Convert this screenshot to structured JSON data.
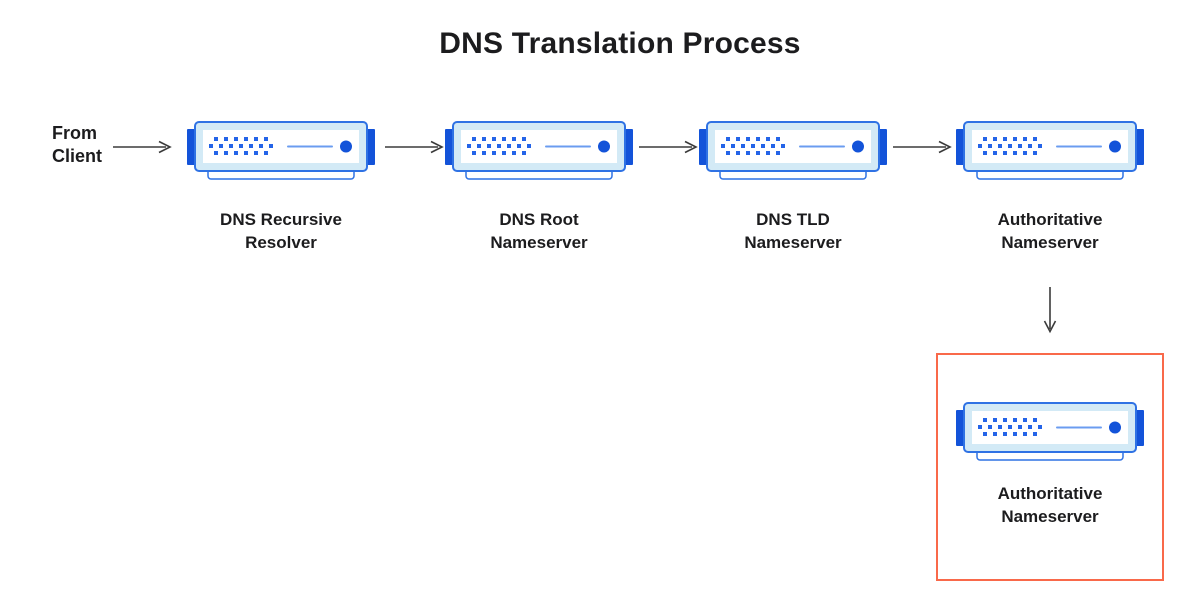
{
  "title": "DNS Translation Process",
  "from_label": "From\nClient",
  "nodes": [
    {
      "label": "DNS Recursive\nResolver"
    },
    {
      "label": "DNS Root\nNameserver"
    },
    {
      "label": "DNS TLD\nNameserver"
    },
    {
      "label": "Authoritative\nNameserver"
    }
  ],
  "result_node": {
    "label": "Authoritative\nNameserver"
  },
  "icons": [
    "server-icon",
    "server-icon",
    "server-icon",
    "server-icon",
    "server-icon",
    "right-arrow-icon",
    "right-arrow-icon",
    "right-arrow-icon",
    "right-arrow-icon",
    "down-arrow-icon"
  ],
  "colors": {
    "text": "#1c1c1e",
    "arrow": "#3b3b3b",
    "icon_dark": "#1353d9",
    "icon_blue": "#2464e8",
    "icon_frame": "#d3eaf6",
    "icon_border": "#2f72e4",
    "icon_line": "#6b9cf0",
    "highlight": "#f9694a"
  }
}
